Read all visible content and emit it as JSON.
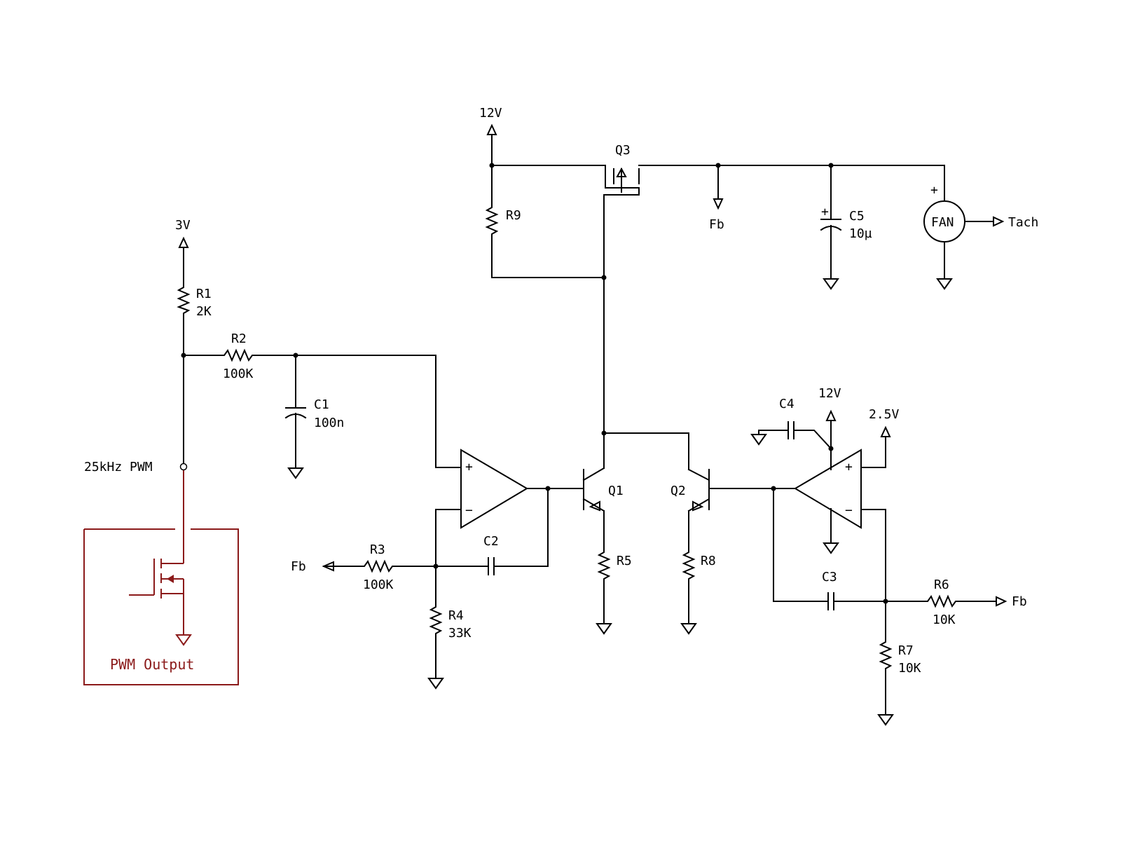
{
  "supplies": {
    "v3": "3V",
    "v12_top": "12V",
    "v12_opamp": "12V",
    "v2_5": "2.5V"
  },
  "signals": {
    "pwm_input": "25kHz PWM",
    "fb": "Fb",
    "tach": "Tach"
  },
  "components": {
    "R1": {
      "ref": "R1",
      "value": "2K"
    },
    "R2": {
      "ref": "R2",
      "value": "100K"
    },
    "R3": {
      "ref": "R3",
      "value": "100K"
    },
    "R4": {
      "ref": "R4",
      "value": "33K"
    },
    "R5": {
      "ref": "R5"
    },
    "R6": {
      "ref": "R6",
      "value": "10K"
    },
    "R7": {
      "ref": "R7",
      "value": "10K"
    },
    "R8": {
      "ref": "R8"
    },
    "R9": {
      "ref": "R9"
    },
    "C1": {
      "ref": "C1",
      "value": "100n"
    },
    "C2": {
      "ref": "C2"
    },
    "C3": {
      "ref": "C3"
    },
    "C4": {
      "ref": "C4"
    },
    "C5": {
      "ref": "C5",
      "value": "10µ"
    },
    "Q1": {
      "ref": "Q1"
    },
    "Q2": {
      "ref": "Q2"
    },
    "Q3": {
      "ref": "Q3"
    },
    "FAN": {
      "ref": "FAN"
    }
  },
  "pwm_block": {
    "label": "PWM Output"
  },
  "colors": {
    "wire": "#000000",
    "pwm_block": "#8b1a1a",
    "background": "#ffffff"
  }
}
